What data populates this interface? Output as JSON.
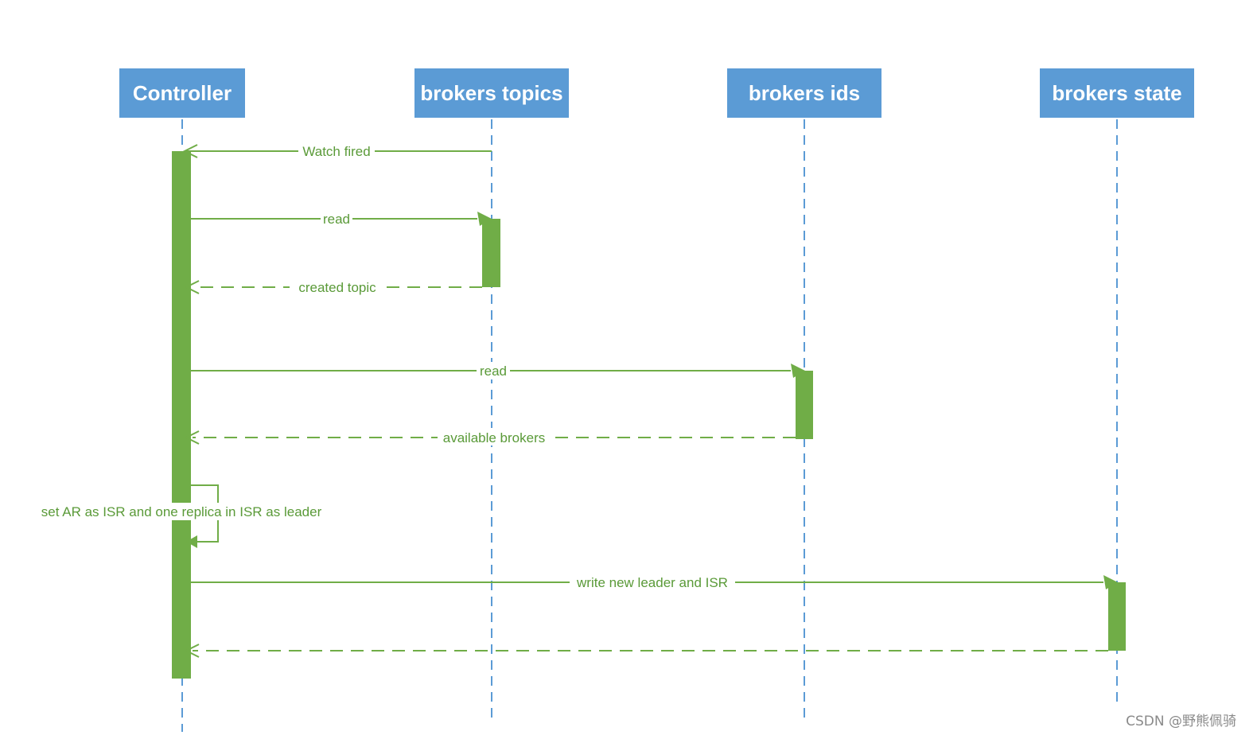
{
  "participants": [
    {
      "id": "controller",
      "label": "Controller"
    },
    {
      "id": "brokers-topics",
      "label": "brokers topics"
    },
    {
      "id": "brokers-ids",
      "label": "brokers ids"
    },
    {
      "id": "brokers-state",
      "label": "brokers state"
    }
  ],
  "messages": [
    {
      "id": "watch-fired",
      "from": "brokers-topics",
      "to": "controller",
      "label": "Watch fired",
      "style": "solid-open"
    },
    {
      "id": "read-topics",
      "from": "controller",
      "to": "brokers-topics",
      "label": "read",
      "style": "solid-filled"
    },
    {
      "id": "created-topic",
      "from": "brokers-topics",
      "to": "controller",
      "label": "created topic",
      "style": "dashed-open"
    },
    {
      "id": "read-ids",
      "from": "controller",
      "to": "brokers-ids",
      "label": "read",
      "style": "solid-filled"
    },
    {
      "id": "available-brokers",
      "from": "brokers-ids",
      "to": "controller",
      "label": "available brokers",
      "style": "dashed-open"
    },
    {
      "id": "self-call",
      "from": "controller",
      "to": "controller",
      "label": "set AR as ISR and one replica in ISR as leader",
      "style": "self"
    },
    {
      "id": "write-leader",
      "from": "controller",
      "to": "brokers-state",
      "label": "write new leader and ISR",
      "style": "solid-filled"
    },
    {
      "id": "state-return",
      "from": "brokers-state",
      "to": "controller",
      "label": "",
      "style": "dashed-open"
    }
  ],
  "colors": {
    "participant_fill": "#5b9bd5",
    "lifeline": "#5b9bd5",
    "activation": "#70ad47",
    "message": "#70ad47",
    "label": "#5a9a38"
  },
  "watermark": "CSDN @野熊佩骑"
}
